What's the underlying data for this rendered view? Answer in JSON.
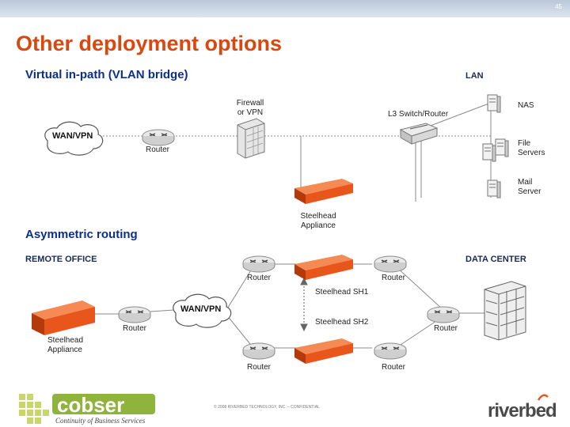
{
  "page_number": "45",
  "title": "Other deployment options",
  "top_section": {
    "heading": "Virtual in-path (VLAN bridge)",
    "lan_label": "LAN",
    "wan_label": "WAN/VPN",
    "router_label": "Router",
    "firewall_label": "Firewall\nor VPN",
    "switch_label": "L3 Switch/Router",
    "nas_label": "NAS",
    "file_servers_label": "File\nServers",
    "mail_server_label": "Mail\nServer",
    "steelhead_label": "Steelhead\nAppliance"
  },
  "bottom_section": {
    "heading": "Asymmetric routing",
    "remote_office_label": "REMOTE OFFICE",
    "data_center_label": "DATA CENTER",
    "wan_label": "WAN/VPN",
    "router_top_left": "Router",
    "router_top_right": "Router",
    "router_mid_left": "Router",
    "router_mid_right": "Router",
    "router_bottom_left": "Router",
    "router_bottom_right": "Router",
    "sh1_label": "Steelhead SH1",
    "sh2_label": "Steelhead SH2",
    "remote_steelhead_label": "Steelhead\nAppliance"
  },
  "footer": {
    "copyright": "© 2008 RIVERBED TECHNOLOGY, INC. – CONFIDENTIAL",
    "cobser_name": "cobser",
    "cobser_tagline": "Continuity of Business Services",
    "riverbed_logo": "riverbed"
  },
  "colors": {
    "title": "#d9480f",
    "heading": "#0b2f8a",
    "appliance": "#e8561c",
    "line": "#7a7a7a"
  }
}
